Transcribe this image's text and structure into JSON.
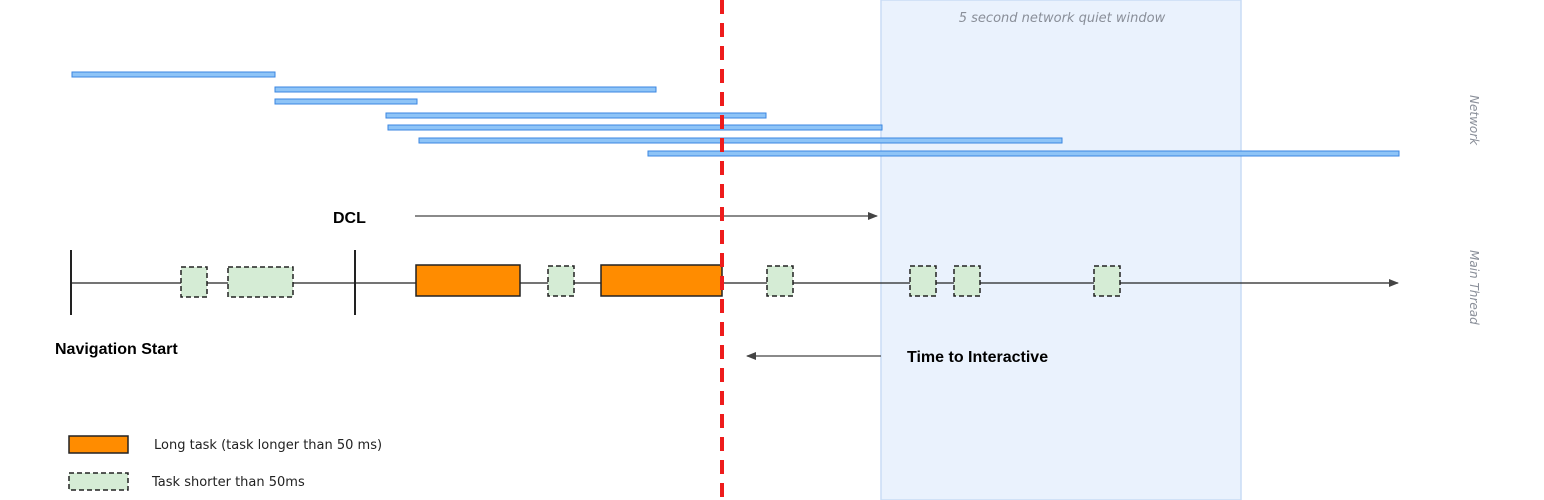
{
  "quiet_window": {
    "label": "5 second network quiet window",
    "fill": "#eaf2fd",
    "stroke": "#c9dcf5"
  },
  "lanes": {
    "network": "Network",
    "main_thread": "Main Thread"
  },
  "network_requests": {
    "color_fill": "#8ec4f7",
    "color_stroke": "#3b86e0",
    "count": 7
  },
  "markers": {
    "dcl": "DCL",
    "navigation_start": "Navigation Start",
    "time_to_interactive": "Time to Interactive",
    "tti_line_color": "#ee1c1c"
  },
  "legend": {
    "long_task": {
      "label": "Long task (task longer than 50 ms)",
      "color": "#ff8c00"
    },
    "short_task": {
      "label": "Task shorter than 50ms",
      "color": "#d5ecd5"
    }
  }
}
